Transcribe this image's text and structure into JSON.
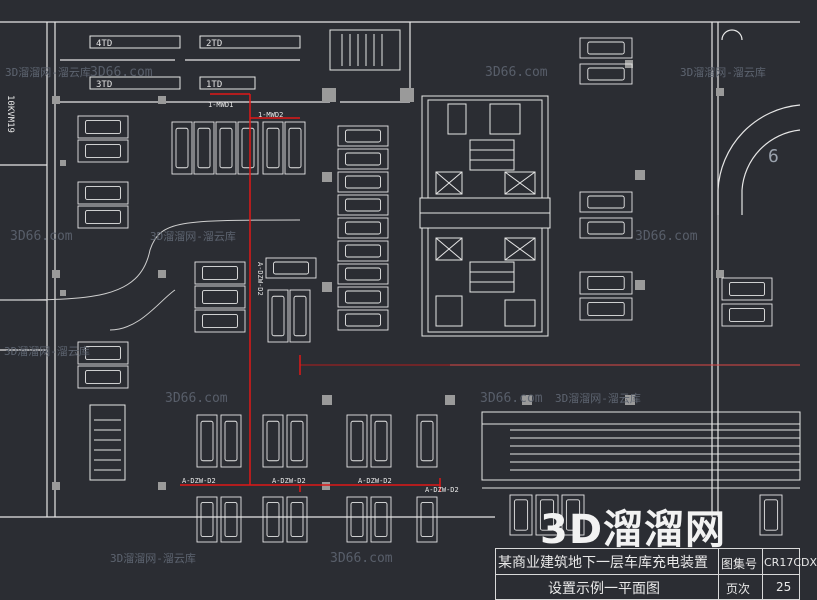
{
  "drawing": {
    "title_line1": "某商业建筑地下一层车库充电装置",
    "title_line2": "设置示例一平面图",
    "atlas_label": "图集号",
    "atlas_value": "CR17CDX",
    "page_label": "页次",
    "page_value": "25"
  },
  "brand": {
    "logo_text": "3D溜溜网",
    "watermark_url": "3D66.com",
    "watermark_cn": "3D溜溜网-溜云库"
  },
  "equipment_tags": [
    "4TD",
    "2TD",
    "3TD",
    "1TD"
  ],
  "circuit_labels": {
    "mwd1": "1-MWD1",
    "mwd2": "1-MWD2",
    "cable_vertical": "A-DZW-D2",
    "feeder_a": "A-DZW-D2",
    "feeder_b": "A-DZW-D2",
    "feeder_c": "A-DZW-D2",
    "feeder_d": "A-DZW-D2"
  },
  "grid_marks": {
    "left_vertical": "10KVM19",
    "zone_number": "6"
  },
  "colors": {
    "background": "#2b2d33",
    "lines": "#e6e6e6",
    "circuit": "#e01818",
    "secondary": "#8f96a3"
  }
}
